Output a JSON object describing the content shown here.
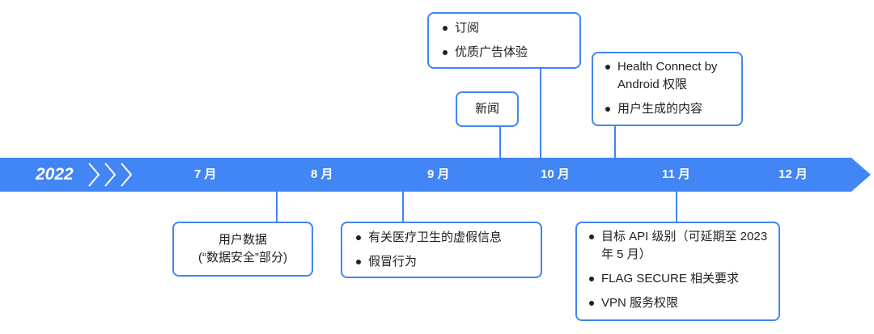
{
  "timeline": {
    "year": "2022",
    "months": [
      "7 月",
      "8 月",
      "9 月",
      "10 月",
      "11 月",
      "12 月"
    ]
  },
  "boxes": {
    "subscriptions": {
      "items": [
        "订阅",
        "优质广告体验"
      ]
    },
    "news": {
      "title": "新闻"
    },
    "health_connect": {
      "items": [
        "Health Connect by Android 权限",
        "用户生成的内容"
      ]
    },
    "user_data": {
      "line1": "用户数据",
      "line2": "(“数据安全”部分)"
    },
    "health_misinfo": {
      "items": [
        "有关医疗卫生的虚假信息",
        "假冒行为"
      ]
    },
    "target_api": {
      "items": [
        "目标 API 级别（可延期至 2023 年 5 月）",
        "FLAG SECURE 相关要求",
        "VPN 服务权限"
      ]
    }
  },
  "colors": {
    "accent": "#4285f4",
    "text": "#202124",
    "background": "#ffffff"
  }
}
